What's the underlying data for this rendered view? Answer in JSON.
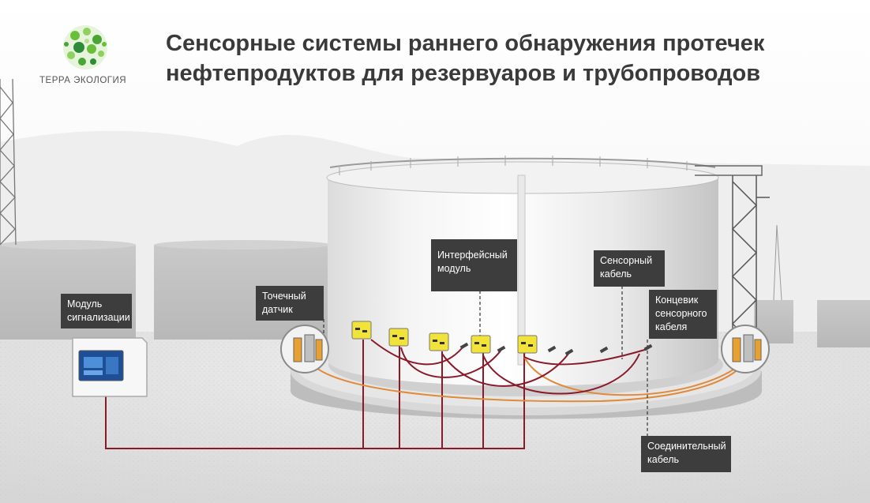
{
  "brand": {
    "name": "ТЕРРА ЭКОЛОГИЯ",
    "colors": {
      "green": "#6abf3a",
      "dark_green": "#2e8b3a"
    }
  },
  "title": {
    "line1": "Сенсорные системы раннего обнаружения протечек",
    "line2": "нефтепродуктов для резервуаров и трубопроводов"
  },
  "labels": {
    "alarm_module": {
      "line1": "Модуль",
      "line2": "сигнализации"
    },
    "point_sensor": {
      "line1": "Точечный",
      "line2": "датчик"
    },
    "interface_module": {
      "line1": "Интерфейсный",
      "line2": "модуль"
    },
    "sensor_cable": {
      "line1": "Сенсорный",
      "line2": "кабель"
    },
    "cable_terminator": {
      "line1": "Концевик",
      "line2": "сенсорного",
      "line3": "кабеля"
    },
    "connecting_cable": {
      "line1": "Соединительный",
      "line2": "кабель"
    }
  },
  "colors": {
    "label_bg": "#3d3d3d",
    "connecting_cable": "#8a1a2a",
    "sensor_cable": "#e08a3a",
    "module_yellow": "#f2e33a"
  }
}
